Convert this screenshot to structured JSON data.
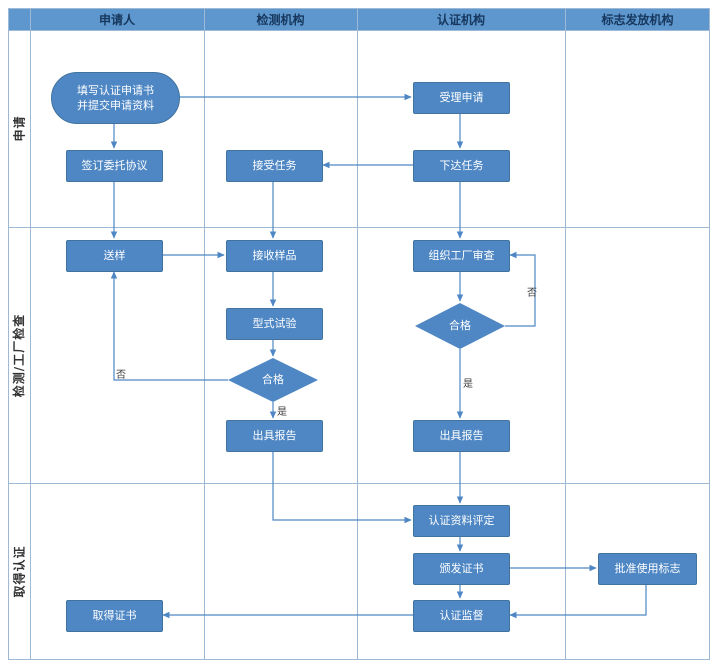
{
  "lanes": [
    "申请人",
    "检测机构",
    "认证机构",
    "标志发放机构"
  ],
  "phases": [
    "申请",
    "检测/工厂检查",
    "取得认证"
  ],
  "nodes": {
    "fill_application": "填写认证申请书并提交申请资料",
    "sign_agreement": "签订委托协议",
    "accept_application": "受理申请",
    "assign_task": "下达任务",
    "accept_task": "接受任务",
    "send_sample": "送样",
    "receive_sample": "接收样品",
    "factory_review": "组织工厂审查",
    "type_test": "型式试验",
    "test_qualified": "合格",
    "cert_qualified": "合格",
    "test_report": "出具报告",
    "cert_report": "出具报告",
    "evaluation": "认证资料评定",
    "issue_certificate": "颁发证书",
    "approve_mark": "批准使用标志",
    "supervision": "认证监督",
    "obtain_certificate": "取得证书"
  },
  "edge_labels": {
    "test_no": "否",
    "test_yes": "是",
    "cert_no": "否",
    "cert_yes": "是"
  },
  "colors": {
    "lane_header_bg": "#5d97cd",
    "lane_header_text": "#17375e",
    "node_fill": "#4e87c4",
    "node_text": "#ffffff",
    "connector": "#4e87c4",
    "grid_line": "#9db9d5"
  }
}
